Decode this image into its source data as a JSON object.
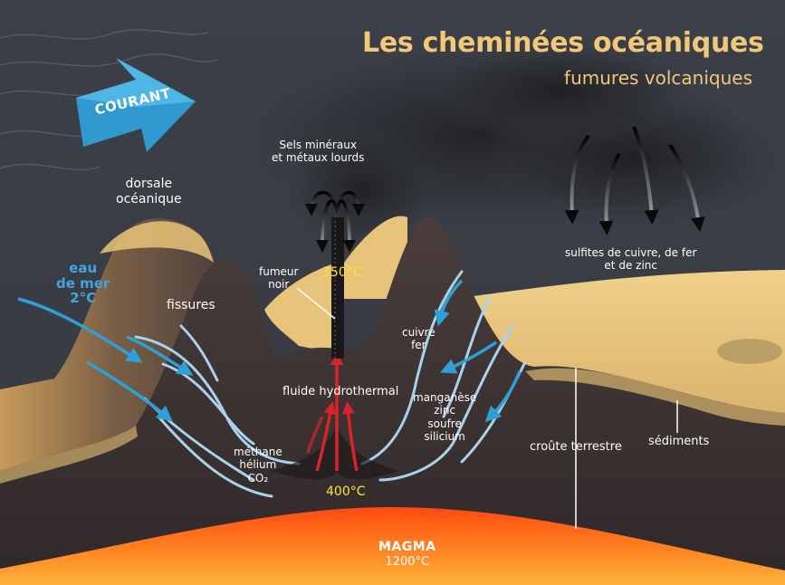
{
  "title": "Les cheminées océaniques",
  "subtitle": "fumures volcaniques",
  "labels": {
    "courant": "COURANT",
    "eau_de_mer": [
      "eau",
      "de mer",
      "2°C"
    ],
    "dorsale": [
      "dorsale",
      "océanique"
    ],
    "sels": [
      "Sels minéraux",
      "et métaux lourds"
    ],
    "sulfites": [
      "sulfites de cuivre, de fer",
      "et de zinc"
    ],
    "fumeur": [
      "fumeur",
      "noir"
    ],
    "temp_350": "350°C",
    "fissures": "fissures",
    "cuivre_fer": [
      "cuivre",
      "fer"
    ],
    "fluide": "fluide hydrothermal",
    "manganese": [
      "manganèse",
      "zinc",
      "soufre",
      "silicium"
    ],
    "croute": "croûte terrestre",
    "sediments": "sédiments",
    "methane": [
      "méthane",
      "hélium",
      "CO₂"
    ],
    "temp_400": "400°C",
    "magma": [
      "MAGMA",
      "1200°C"
    ]
  },
  "colors": {
    "ocean": "#3a3d44",
    "sand": "#e8c47a",
    "rock": "#3b3233",
    "water_arrow": "#2f9fd8",
    "channel": "#a9d3ec",
    "hot_fluid": "#c8202a",
    "magma": "#ff6a1a",
    "temperature": "#f7e53a",
    "title": "#f2c77a"
  }
}
